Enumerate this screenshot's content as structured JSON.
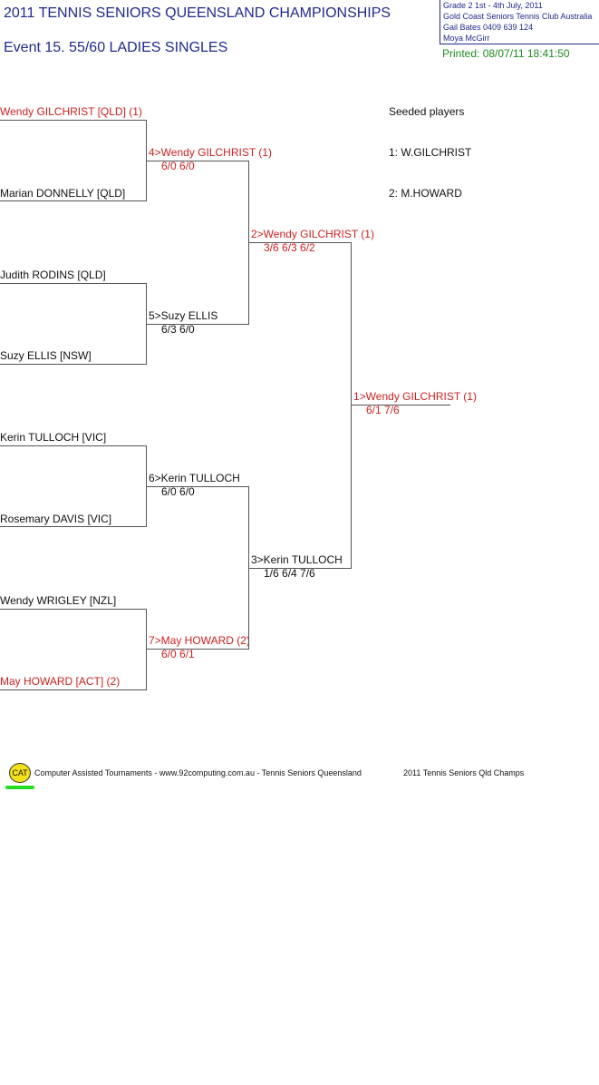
{
  "header": {
    "title": "2011 TENNIS SENIORS QUEENSLAND CHAMPIONSHIPS",
    "event": "Event 15. 55/60  LADIES SINGLES",
    "info_lines": [
      "Grade 2    1st - 4th July, 2011",
      "Gold Coast Seniors Tennis Club    Australia",
      "Gail Bates    0409 639 124",
      "Moya McGirr"
    ],
    "printed": "Printed: 08/07/11 18:41:50"
  },
  "seeds": {
    "heading": "Seeded players",
    "list": [
      "1: W.GILCHRIST",
      "2: M.HOWARD"
    ]
  },
  "round1": [
    {
      "name": "Wendy GILCHRIST [QLD] (1)",
      "color": "#cc1f1f"
    },
    {
      "name": "Marian DONNELLY [QLD]",
      "color": "#111111"
    },
    {
      "name": "Judith RODINS [QLD]",
      "color": "#111111"
    },
    {
      "name": "Suzy ELLIS [NSW]",
      "color": "#111111"
    },
    {
      "name": "Kerin TULLOCH [VIC]",
      "color": "#111111"
    },
    {
      "name": "Rosemary DAVIS [VIC]",
      "color": "#111111"
    },
    {
      "name": "Wendy WRIGLEY [NZL]",
      "color": "#111111"
    },
    {
      "name": "May HOWARD [ACT] (2)",
      "color": "#cc1f1f"
    }
  ],
  "round2": [
    {
      "name": "4>Wendy GILCHRIST (1)",
      "score": "6/0 6/0",
      "color": "#cc1f1f"
    },
    {
      "name": "5>Suzy ELLIS",
      "score": "6/3 6/0",
      "color": "#111111"
    },
    {
      "name": "6>Kerin TULLOCH",
      "score": "6/0 6/0",
      "color": "#111111"
    },
    {
      "name": "7>May HOWARD (2)",
      "score": "6/0 6/1",
      "color": "#cc1f1f"
    }
  ],
  "round3": [
    {
      "name": "2>Wendy GILCHRIST (1)",
      "score": "3/6 6/3 6/2",
      "color": "#cc1f1f"
    },
    {
      "name": "3>Kerin TULLOCH",
      "score": "1/6 6/4 7/6",
      "color": "#111111"
    }
  ],
  "final": {
    "name": "1>Wendy GILCHRIST (1)",
    "score": "6/1 7/6",
    "color": "#cc1f1f"
  },
  "footer": {
    "logo": "CAT",
    "text": "Computer Assisted Tournaments - www.92computing.com.au -  Tennis Seniors Queensland",
    "right": "2011 Tennis Seniors Qld Champs"
  }
}
